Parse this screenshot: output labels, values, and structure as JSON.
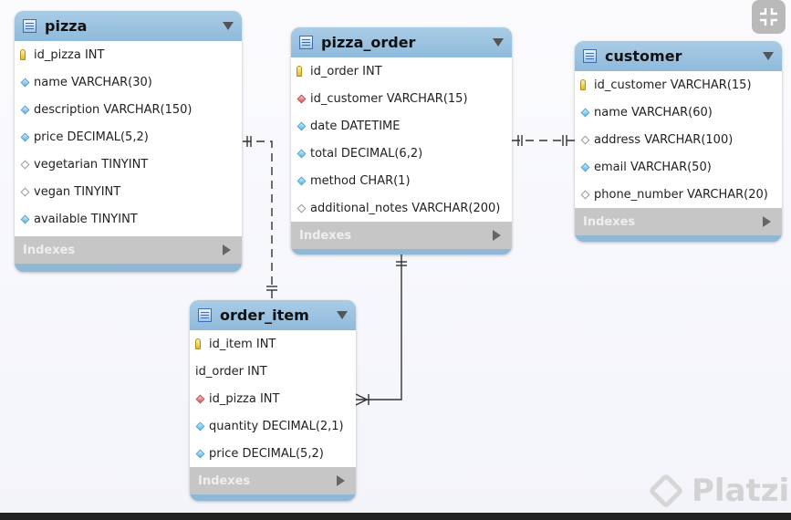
{
  "tables": {
    "pizza": {
      "title": "pizza",
      "indexes": "Indexes",
      "columns": [
        {
          "text": "id_pizza INT",
          "icon": "primary-key-icon"
        },
        {
          "text": "name VARCHAR(30)",
          "icon": "not-null-column-icon"
        },
        {
          "text": "description VARCHAR(150)",
          "icon": "not-null-column-icon"
        },
        {
          "text": "price DECIMAL(5,2)",
          "icon": "not-null-column-icon"
        },
        {
          "text": "vegetarian TINYINT",
          "icon": "nullable-column-icon"
        },
        {
          "text": "vegan TINYINT",
          "icon": "nullable-column-icon"
        },
        {
          "text": "available TINYINT",
          "icon": "not-null-column-icon"
        }
      ]
    },
    "pizza_order": {
      "title": "pizza_order",
      "indexes": "Indexes",
      "columns": [
        {
          "text": "id_order INT",
          "icon": "primary-key-icon"
        },
        {
          "text": "id_customer VARCHAR(15)",
          "icon": "foreign-key-icon"
        },
        {
          "text": "date DATETIME",
          "icon": "not-null-column-icon"
        },
        {
          "text": "total DECIMAL(6,2)",
          "icon": "not-null-column-icon"
        },
        {
          "text": "method CHAR(1)",
          "icon": "not-null-column-icon"
        },
        {
          "text": "additional_notes VARCHAR(200)",
          "icon": "nullable-column-icon"
        }
      ]
    },
    "customer": {
      "title": "customer",
      "indexes": "Indexes",
      "columns": [
        {
          "text": "id_customer VARCHAR(15)",
          "icon": "primary-key-icon"
        },
        {
          "text": "name VARCHAR(60)",
          "icon": "not-null-column-icon"
        },
        {
          "text": "address VARCHAR(100)",
          "icon": "nullable-column-icon"
        },
        {
          "text": "email VARCHAR(50)",
          "icon": "not-null-column-icon"
        },
        {
          "text": "phone_number VARCHAR(20)",
          "icon": "nullable-column-icon"
        }
      ]
    },
    "order_item": {
      "title": "order_item",
      "indexes": "Indexes",
      "columns": [
        {
          "text": "id_item INT",
          "icon": "primary-key-icon"
        },
        {
          "text": "id_order INT",
          "icon": "none"
        },
        {
          "text": "id_pizza INT",
          "icon": "foreign-key-icon"
        },
        {
          "text": "quantity DECIMAL(2,1)",
          "icon": "not-null-column-icon"
        },
        {
          "text": "price DECIMAL(5,2)",
          "icon": "not-null-column-icon"
        }
      ]
    }
  },
  "relationships": [
    {
      "from": "pizza",
      "to": "order_item",
      "style": "dashed",
      "from_end": "one",
      "to_end": "one"
    },
    {
      "from": "pizza_order",
      "to": "customer",
      "style": "dashed",
      "from_end": "one",
      "to_end": "one"
    },
    {
      "from": "pizza_order",
      "to": "order_item",
      "style": "solid",
      "from_end": "one",
      "to_end": "many"
    }
  ],
  "watermark": {
    "text": "Platzi"
  },
  "corner_button": {
    "icon": "exit-fullscreen-icon"
  }
}
